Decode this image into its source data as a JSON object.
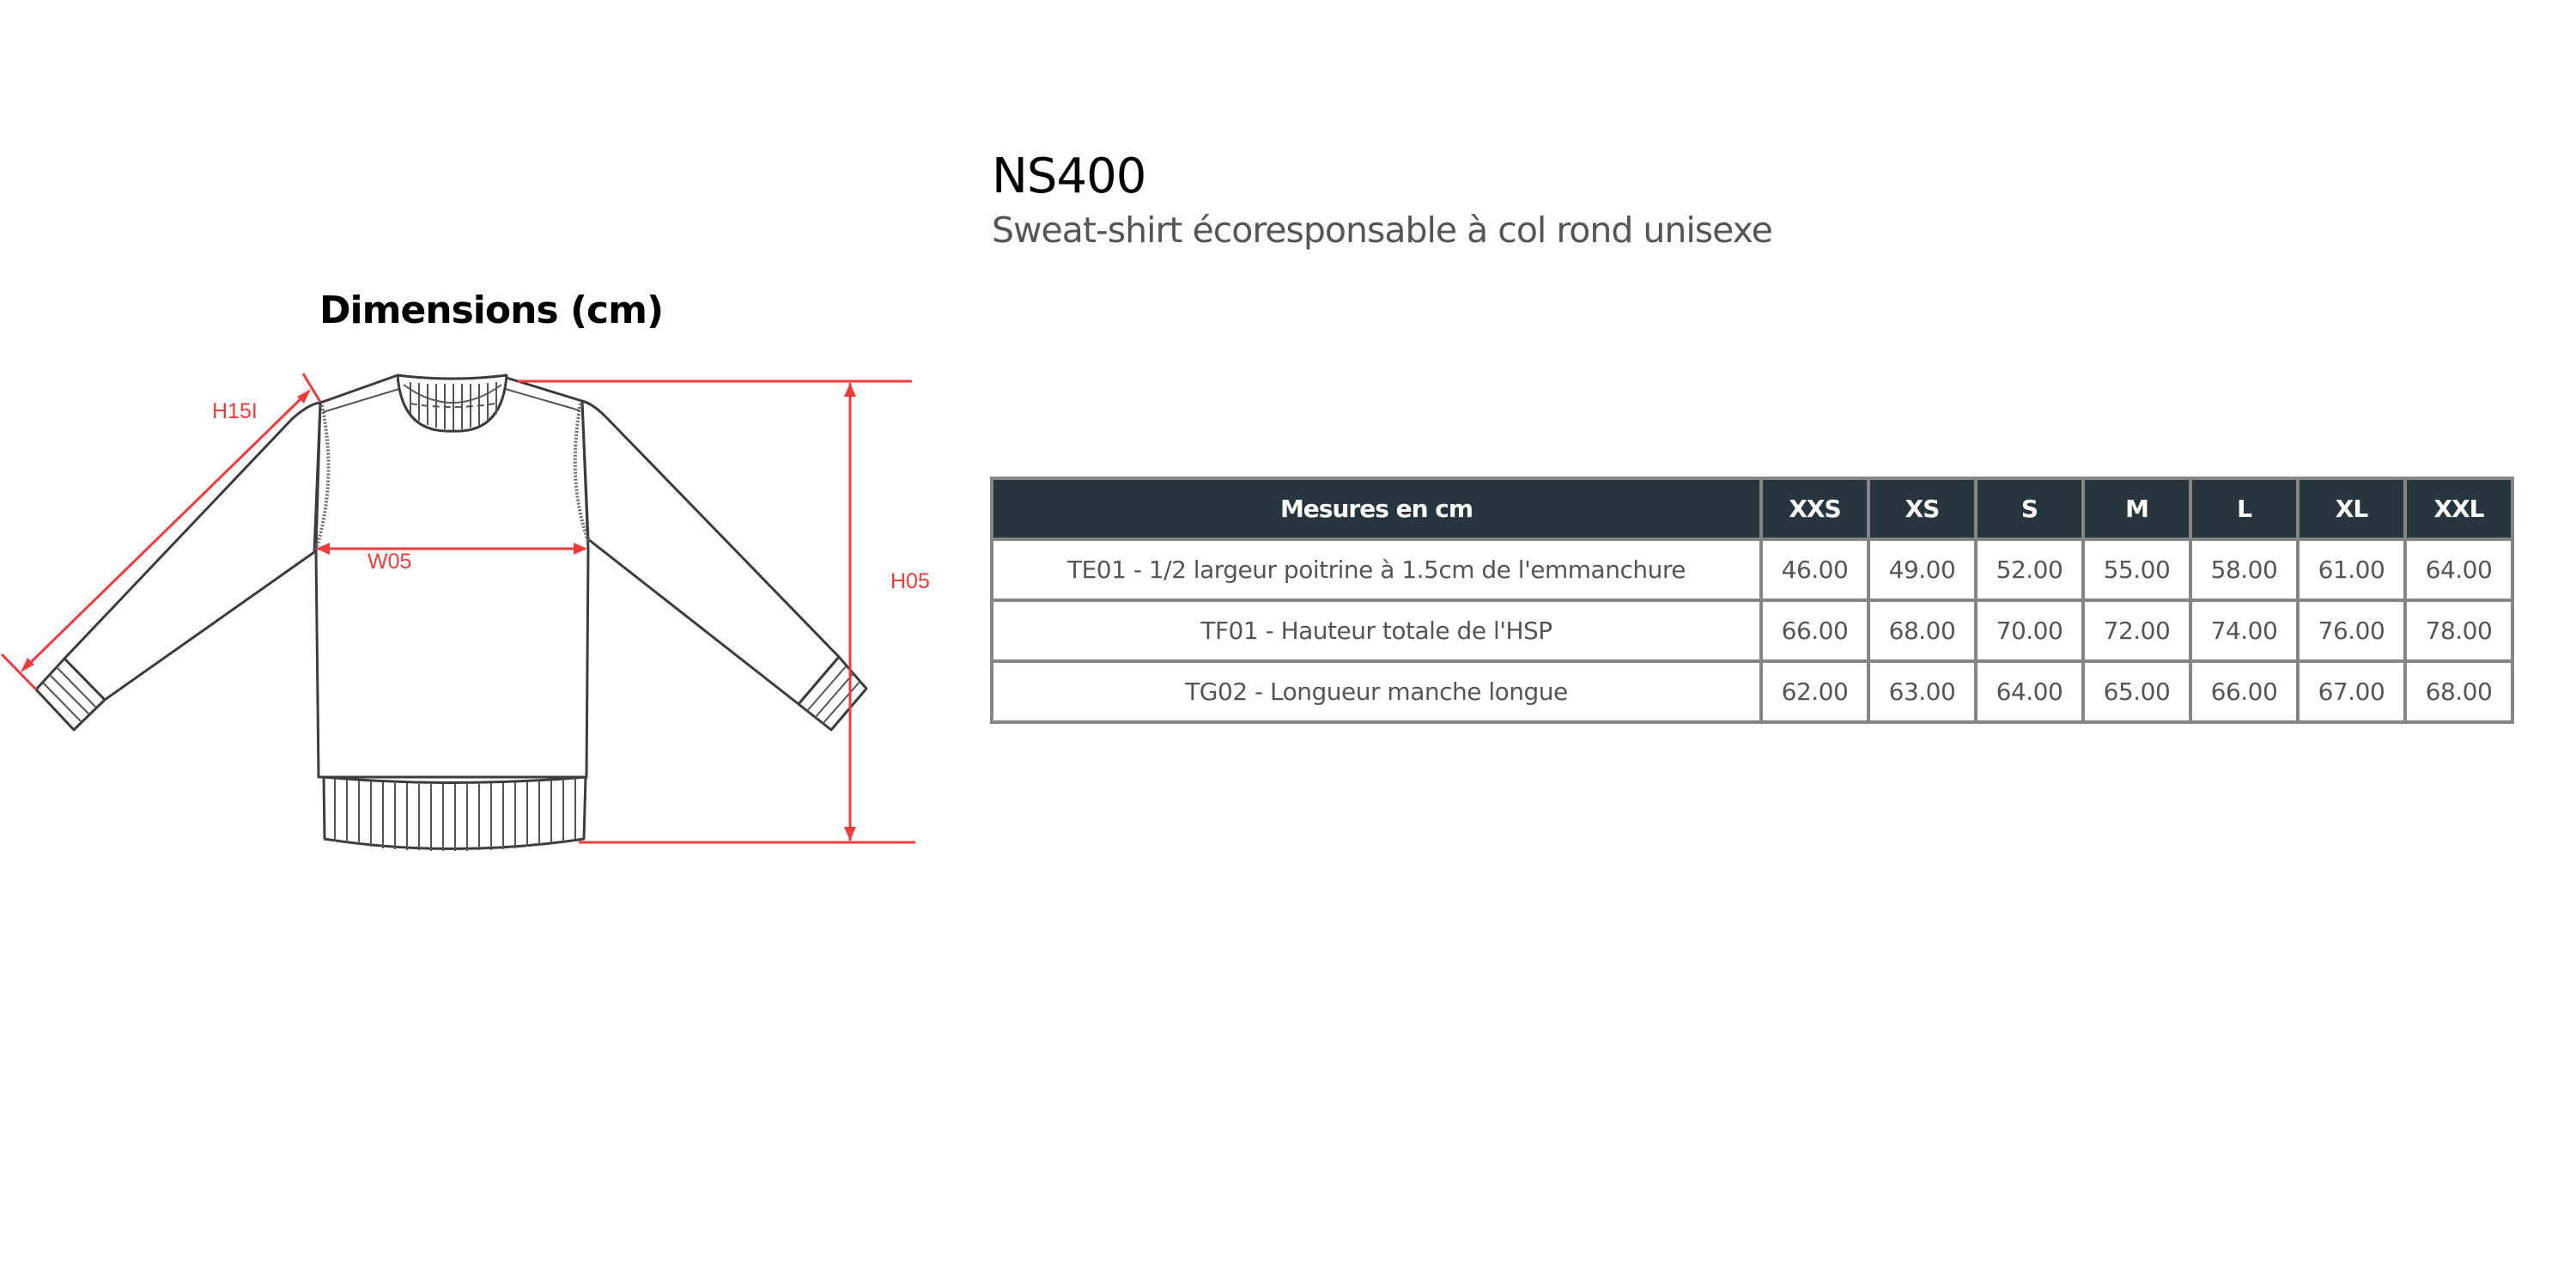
{
  "product": {
    "code": "NS400",
    "name": "Sweat-shirt écoresponsable à col rond unisexe"
  },
  "diagram": {
    "title": "Dimensions (cm)",
    "labels": {
      "sleeve": "H15I",
      "chest": "W05",
      "height": "H05"
    },
    "colors": {
      "dimension": "#ee3b3b",
      "outline": "#3c3c3c"
    }
  },
  "table": {
    "header_color": "#26353e",
    "columns": [
      "Mesures en cm",
      "XXS",
      "XS",
      "S",
      "M",
      "L",
      "XL",
      "XXL"
    ],
    "rows": [
      {
        "label": "TE01 - 1/2 largeur poitrine à 1.5cm de l'emmanchure",
        "values": [
          "46.00",
          "49.00",
          "52.00",
          "55.00",
          "58.00",
          "61.00",
          "64.00"
        ]
      },
      {
        "label": "TF01 - Hauteur totale de l'HSP",
        "values": [
          "66.00",
          "68.00",
          "70.00",
          "72.00",
          "74.00",
          "76.00",
          "78.00"
        ]
      },
      {
        "label": "TG02 - Longueur manche longue",
        "values": [
          "62.00",
          "63.00",
          "64.00",
          "65.00",
          "66.00",
          "67.00",
          "68.00"
        ]
      }
    ]
  }
}
